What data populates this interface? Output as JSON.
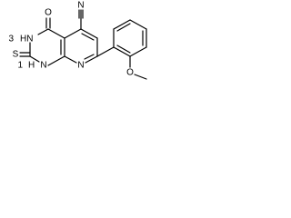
{
  "molecule": {
    "labels": {
      "oxo_oxygen": "O",
      "nitrile_nitrogen": "N",
      "n3_h": "HN",
      "n3_h_lower": "3",
      "n1_h": "H",
      "n1_h_lower": "1",
      "n1": "N",
      "n8": "N",
      "thione_sulfur": "S",
      "methoxy": "O"
    }
  }
}
